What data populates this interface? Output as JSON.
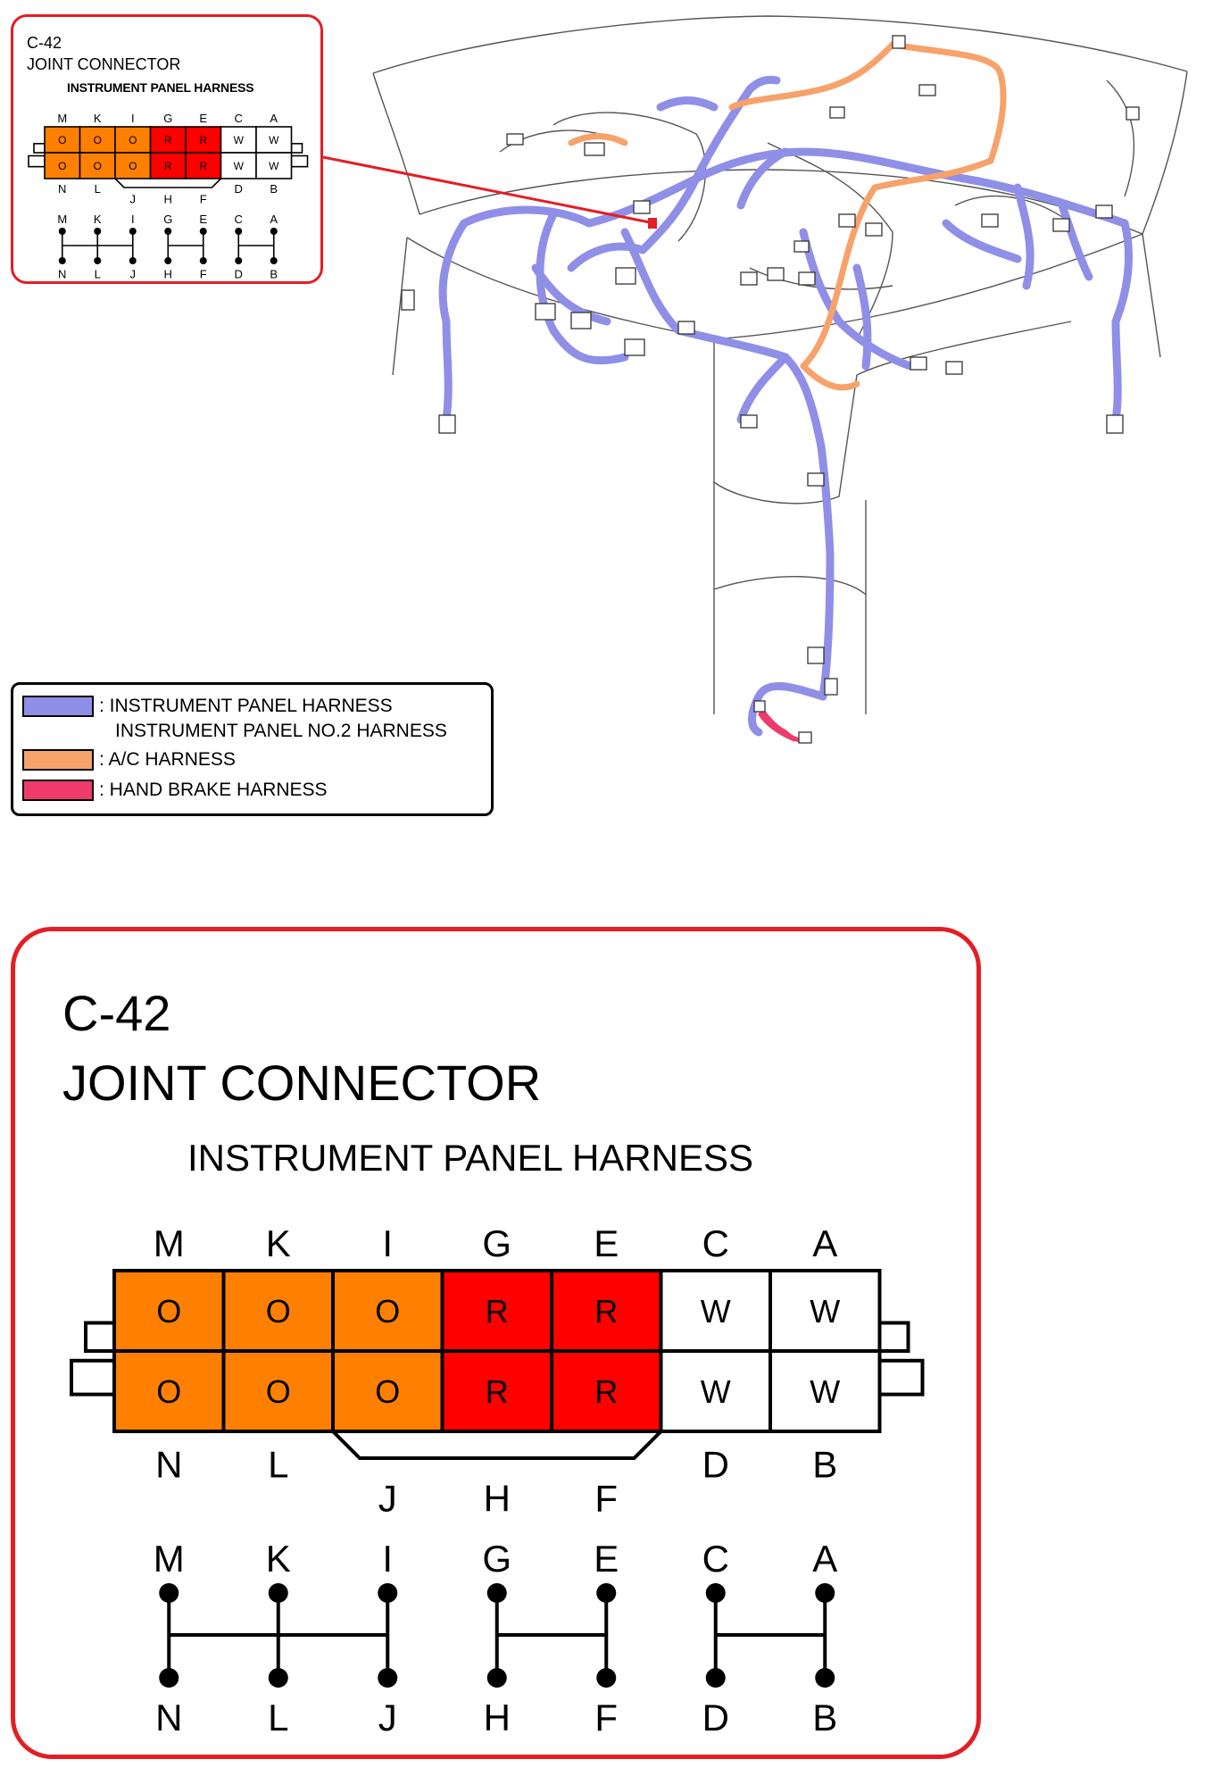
{
  "inset": {
    "connector_id": "C-42",
    "connector_name": "JOINT CONNECTOR",
    "harness": "INSTRUMENT PANEL HARNESS"
  },
  "legend": {
    "items": [
      {
        "label": ": INSTRUMENT PANEL HARNESS",
        "sub": "INSTRUMENT PANEL NO.2 HARNESS",
        "color": "#8f8fe8"
      },
      {
        "label": ": A/C HARNESS",
        "color": "#f7a26b"
      },
      {
        "label": ": HAND BRAKE HARNESS",
        "color": "#ef3b6b"
      }
    ]
  },
  "panel": {
    "connector_id": "C-42",
    "connector_name": "JOINT CONNECTOR",
    "harness": "INSTRUMENT PANEL HARNESS"
  },
  "connector": {
    "top_pins": [
      "M",
      "K",
      "I",
      "G",
      "E",
      "C",
      "A"
    ],
    "bottom_pins": [
      "N",
      "L",
      "J",
      "H",
      "F",
      "D",
      "B"
    ],
    "top_row_colors": [
      "O",
      "O",
      "O",
      "R",
      "R",
      "W",
      "W"
    ],
    "bottom_row_colors": [
      "O",
      "O",
      "O",
      "R",
      "R",
      "W",
      "W"
    ],
    "fill_colors": {
      "O": "#ff8000",
      "R": "#ff0000",
      "W": "#ffffff"
    },
    "joints": [
      [
        "M",
        "K",
        "I",
        "N",
        "L",
        "J"
      ],
      [
        "G",
        "E",
        "H",
        "F"
      ],
      [
        "C",
        "A",
        "D",
        "B"
      ]
    ]
  },
  "colors": {
    "accent_red": "#e31e24",
    "ip_harness": "#8f8fe8",
    "ac_harness": "#f7a26b",
    "brake_harness": "#ef3b6b"
  }
}
